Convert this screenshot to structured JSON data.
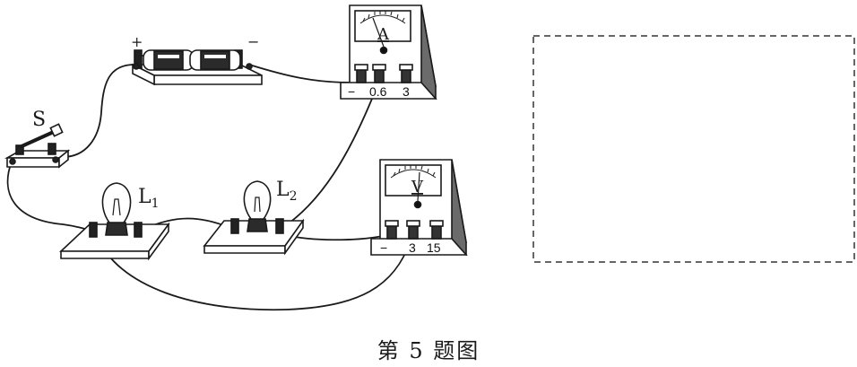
{
  "diagram": {
    "labels": {
      "battery_plus": "+",
      "battery_minus": "−",
      "switch": "S",
      "bulb1_main": "L",
      "bulb1_sub": "1",
      "bulb2_main": "L",
      "bulb2_sub": "2",
      "ammeter_symbol": "A",
      "voltmeter_symbol": "V"
    },
    "ammeter_scale": [
      "−",
      "0.6",
      "3"
    ],
    "voltmeter_scale": [
      "−",
      "3",
      "15"
    ],
    "caption": "第 5 题图",
    "answer_box": ""
  }
}
